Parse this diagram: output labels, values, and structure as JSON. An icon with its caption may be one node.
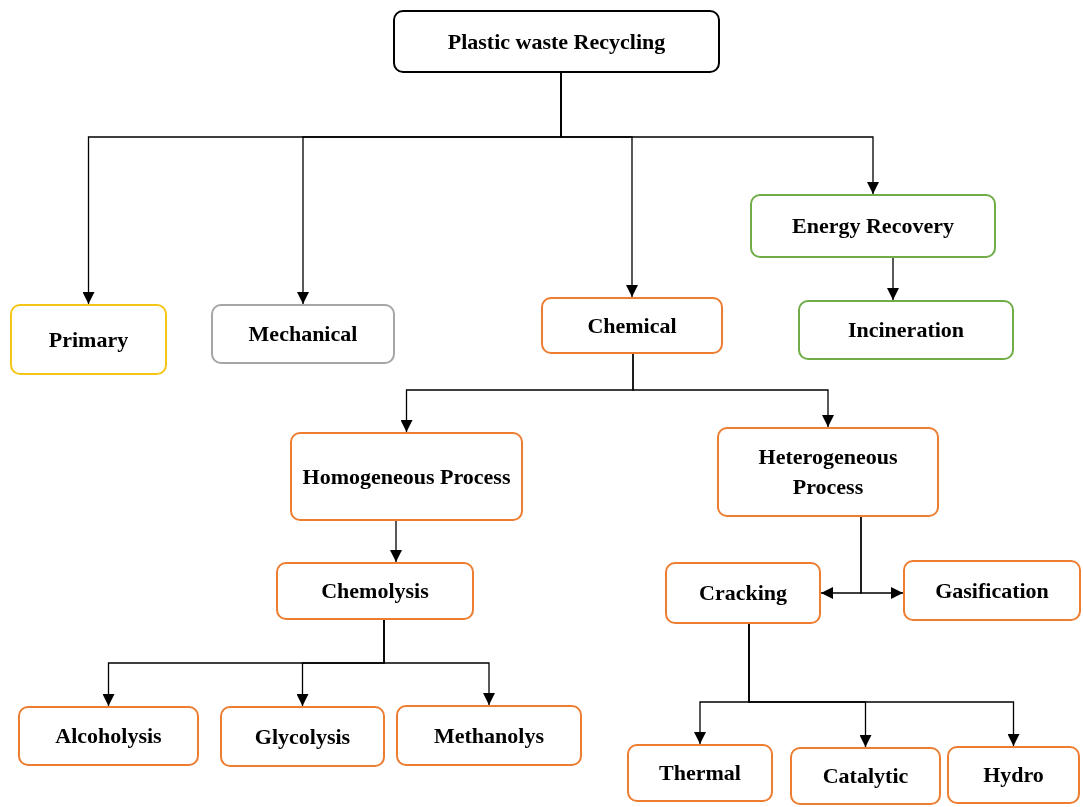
{
  "diagram": {
    "nodes": [
      {
        "text": [
          "Plastic waste Recycling"
        ]
      },
      {
        "text": [
          "Primary"
        ]
      },
      {
        "text": [
          "Mechanical"
        ]
      },
      {
        "text": [
          "Chemical"
        ]
      },
      {
        "text": [
          "Energy Recovery"
        ]
      },
      {
        "text": [
          "Incineration"
        ]
      },
      {
        "text": [
          "Homogeneous Process"
        ]
      },
      {
        "text": [
          "Heterogeneous Process"
        ]
      },
      {
        "text": [
          "Chemolysis"
        ]
      },
      {
        "text": [
          "Cracking"
        ]
      },
      {
        "text": [
          "Gasification"
        ]
      },
      {
        "text": [
          "Alcoholysis"
        ]
      },
      {
        "text": [
          "Glycolysis"
        ]
      },
      {
        "text": [
          "Methanolys"
        ]
      },
      {
        "text": [
          "Thermal"
        ]
      },
      {
        "text": [
          "Catalytic"
        ]
      },
      {
        "text": [
          "Hydro"
        ]
      }
    ],
    "edges": [
      {
        "from": 0,
        "to": 1,
        "arrow": "to"
      },
      {
        "from": 0,
        "to": 2,
        "arrow": "to"
      },
      {
        "from": 0,
        "to": 3,
        "arrow": "to"
      },
      {
        "from": 0,
        "to": 4,
        "arrow": "to"
      },
      {
        "from": 4,
        "to": 5,
        "arrow": "to"
      },
      {
        "from": 3,
        "to": 6,
        "arrow": "to"
      },
      {
        "from": 3,
        "to": 7,
        "arrow": "to"
      },
      {
        "from": 6,
        "to": 8,
        "arrow": "to"
      },
      {
        "from": 7,
        "to": 9,
        "arrow": "to"
      },
      {
        "from": 7,
        "to": 10,
        "arrow": "to"
      },
      {
        "from": 8,
        "to": 11,
        "arrow": "to"
      },
      {
        "from": 8,
        "to": 12,
        "arrow": "to"
      },
      {
        "from": 8,
        "to": 13,
        "arrow": "to"
      },
      {
        "from": 9,
        "to": 14,
        "arrow": "to"
      },
      {
        "from": 9,
        "to": 15,
        "arrow": "to"
      },
      {
        "from": 9,
        "to": 16,
        "arrow": "to"
      }
    ]
  }
}
